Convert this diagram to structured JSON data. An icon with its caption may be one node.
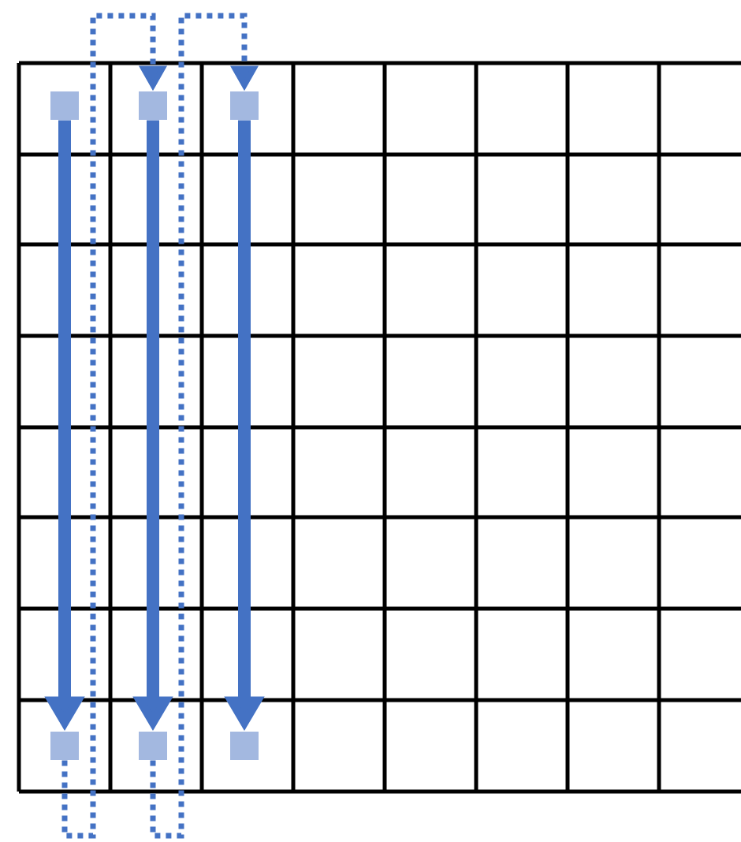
{
  "diagram": {
    "nodes": [
      {
        "text": [],
        "shape": "box"
      },
      {
        "text": [],
        "shape": "box"
      },
      {
        "text": [],
        "shape": "box"
      },
      {
        "text": [],
        "shape": "box"
      },
      {
        "text": [],
        "shape": "box"
      },
      {
        "text": [],
        "shape": "box"
      }
    ],
    "edges": [
      {
        "from": 0,
        "to": 3,
        "arrow": "to"
      },
      {
        "from": 1,
        "to": 4,
        "arrow": "to"
      },
      {
        "from": 2,
        "to": 5,
        "arrow": "to"
      },
      {
        "from": 3,
        "to": 1,
        "arrow": "to",
        "style": "dashed"
      },
      {
        "from": 4,
        "to": 2,
        "arrow": "to",
        "style": "dashed"
      }
    ]
  }
}
